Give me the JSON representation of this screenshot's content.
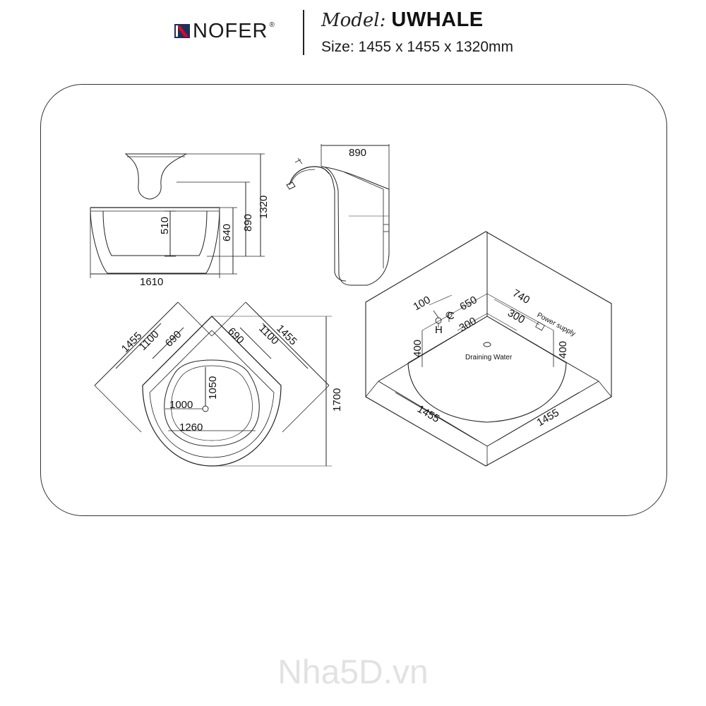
{
  "brand": {
    "name": "NOFER",
    "reg": "®"
  },
  "model": {
    "label": "Model:",
    "value": "UWHALE"
  },
  "size": "Size: 1455 x 1455 x 1320mm",
  "front_view": {
    "width": "1610",
    "inner_depth": "510",
    "tub_height": "640",
    "rim_height": "890",
    "total_height": "1320"
  },
  "side_view": {
    "depth": "890"
  },
  "top_view": {
    "outer_left": "1455",
    "mid_left": "1100",
    "inner_left": "690",
    "inner_right": "690",
    "mid_right": "1100",
    "outer_right": "1455",
    "basin_depth": "1050",
    "basin_width_inner": "1000",
    "basin_width_outer": "1260",
    "diagonal": "1700"
  },
  "install_view": {
    "d100": "100",
    "d650": "650",
    "d740": "740",
    "d300a": "300",
    "d300b": "300",
    "h_label": "H",
    "c_label": "C",
    "power_supply": "Power supply",
    "d400_left": "400",
    "d400_right": "400",
    "draining_water": "Draining Water",
    "d1455_left": "1455",
    "d1455_right": "1455"
  },
  "watermark": "Nha5D.vn",
  "colors": {
    "line": "#222222",
    "brand_red": "#c8102e",
    "brand_navy": "#1f2f5a",
    "watermark": "#e2e2e2"
  }
}
